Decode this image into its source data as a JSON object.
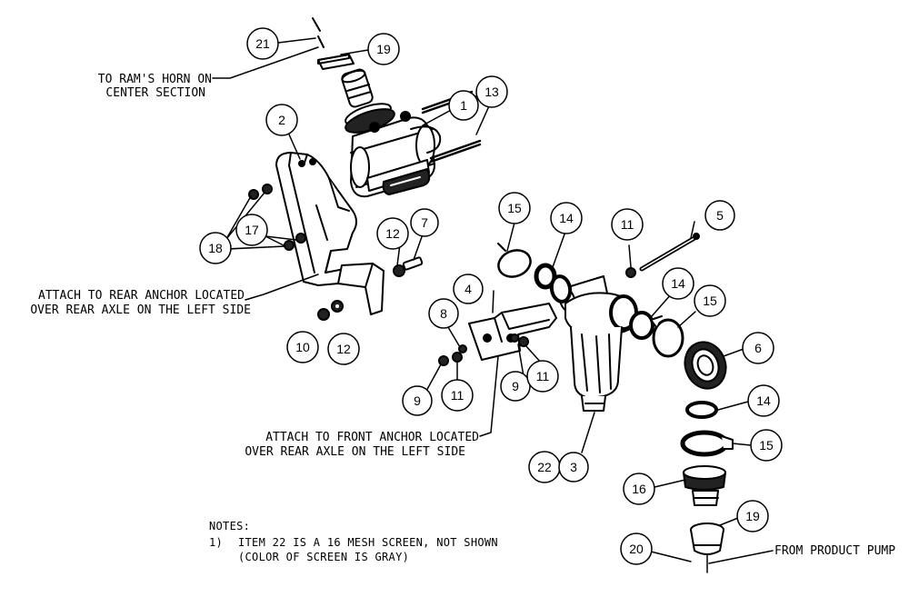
{
  "callouts": {
    "c1": "1",
    "c2": "2",
    "c3": "3",
    "c4": "4",
    "c5": "5",
    "c6": "6",
    "c7": "7",
    "c8": "8",
    "c9a": "9",
    "c9b": "9",
    "c10": "10",
    "c11a": "11",
    "c11b": "11",
    "c11c": "11",
    "c12a": "12",
    "c12b": "12",
    "c13": "13",
    "c14a": "14",
    "c14b": "14",
    "c14c": "14",
    "c15a": "15",
    "c15b": "15",
    "c15c": "15",
    "c16": "16",
    "c17": "17",
    "c18": "18",
    "c19a": "19",
    "c19b": "19",
    "c20": "20",
    "c21": "21",
    "c22": "22"
  },
  "labels": {
    "rams_horn_1": "TO RAM'S HORN ON",
    "rams_horn_2": "CENTER SECTION",
    "rear_anchor_1": "ATTACH TO REAR ANCHOR LOCATED",
    "rear_anchor_2": "OVER REAR AXLE ON THE LEFT SIDE",
    "front_anchor_1": "ATTACH TO FRONT ANCHOR LOCATED",
    "front_anchor_2": "OVER REAR AXLE ON THE LEFT SIDE",
    "product_pump": "FROM PRODUCT PUMP"
  },
  "notes": {
    "heading": "NOTES:",
    "item1_num": "1)",
    "item1_line1": "ITEM 22 IS A 16 MESH SCREEN, NOT SHOWN",
    "item1_line2": "(COLOR OF SCREEN IS GRAY)"
  }
}
